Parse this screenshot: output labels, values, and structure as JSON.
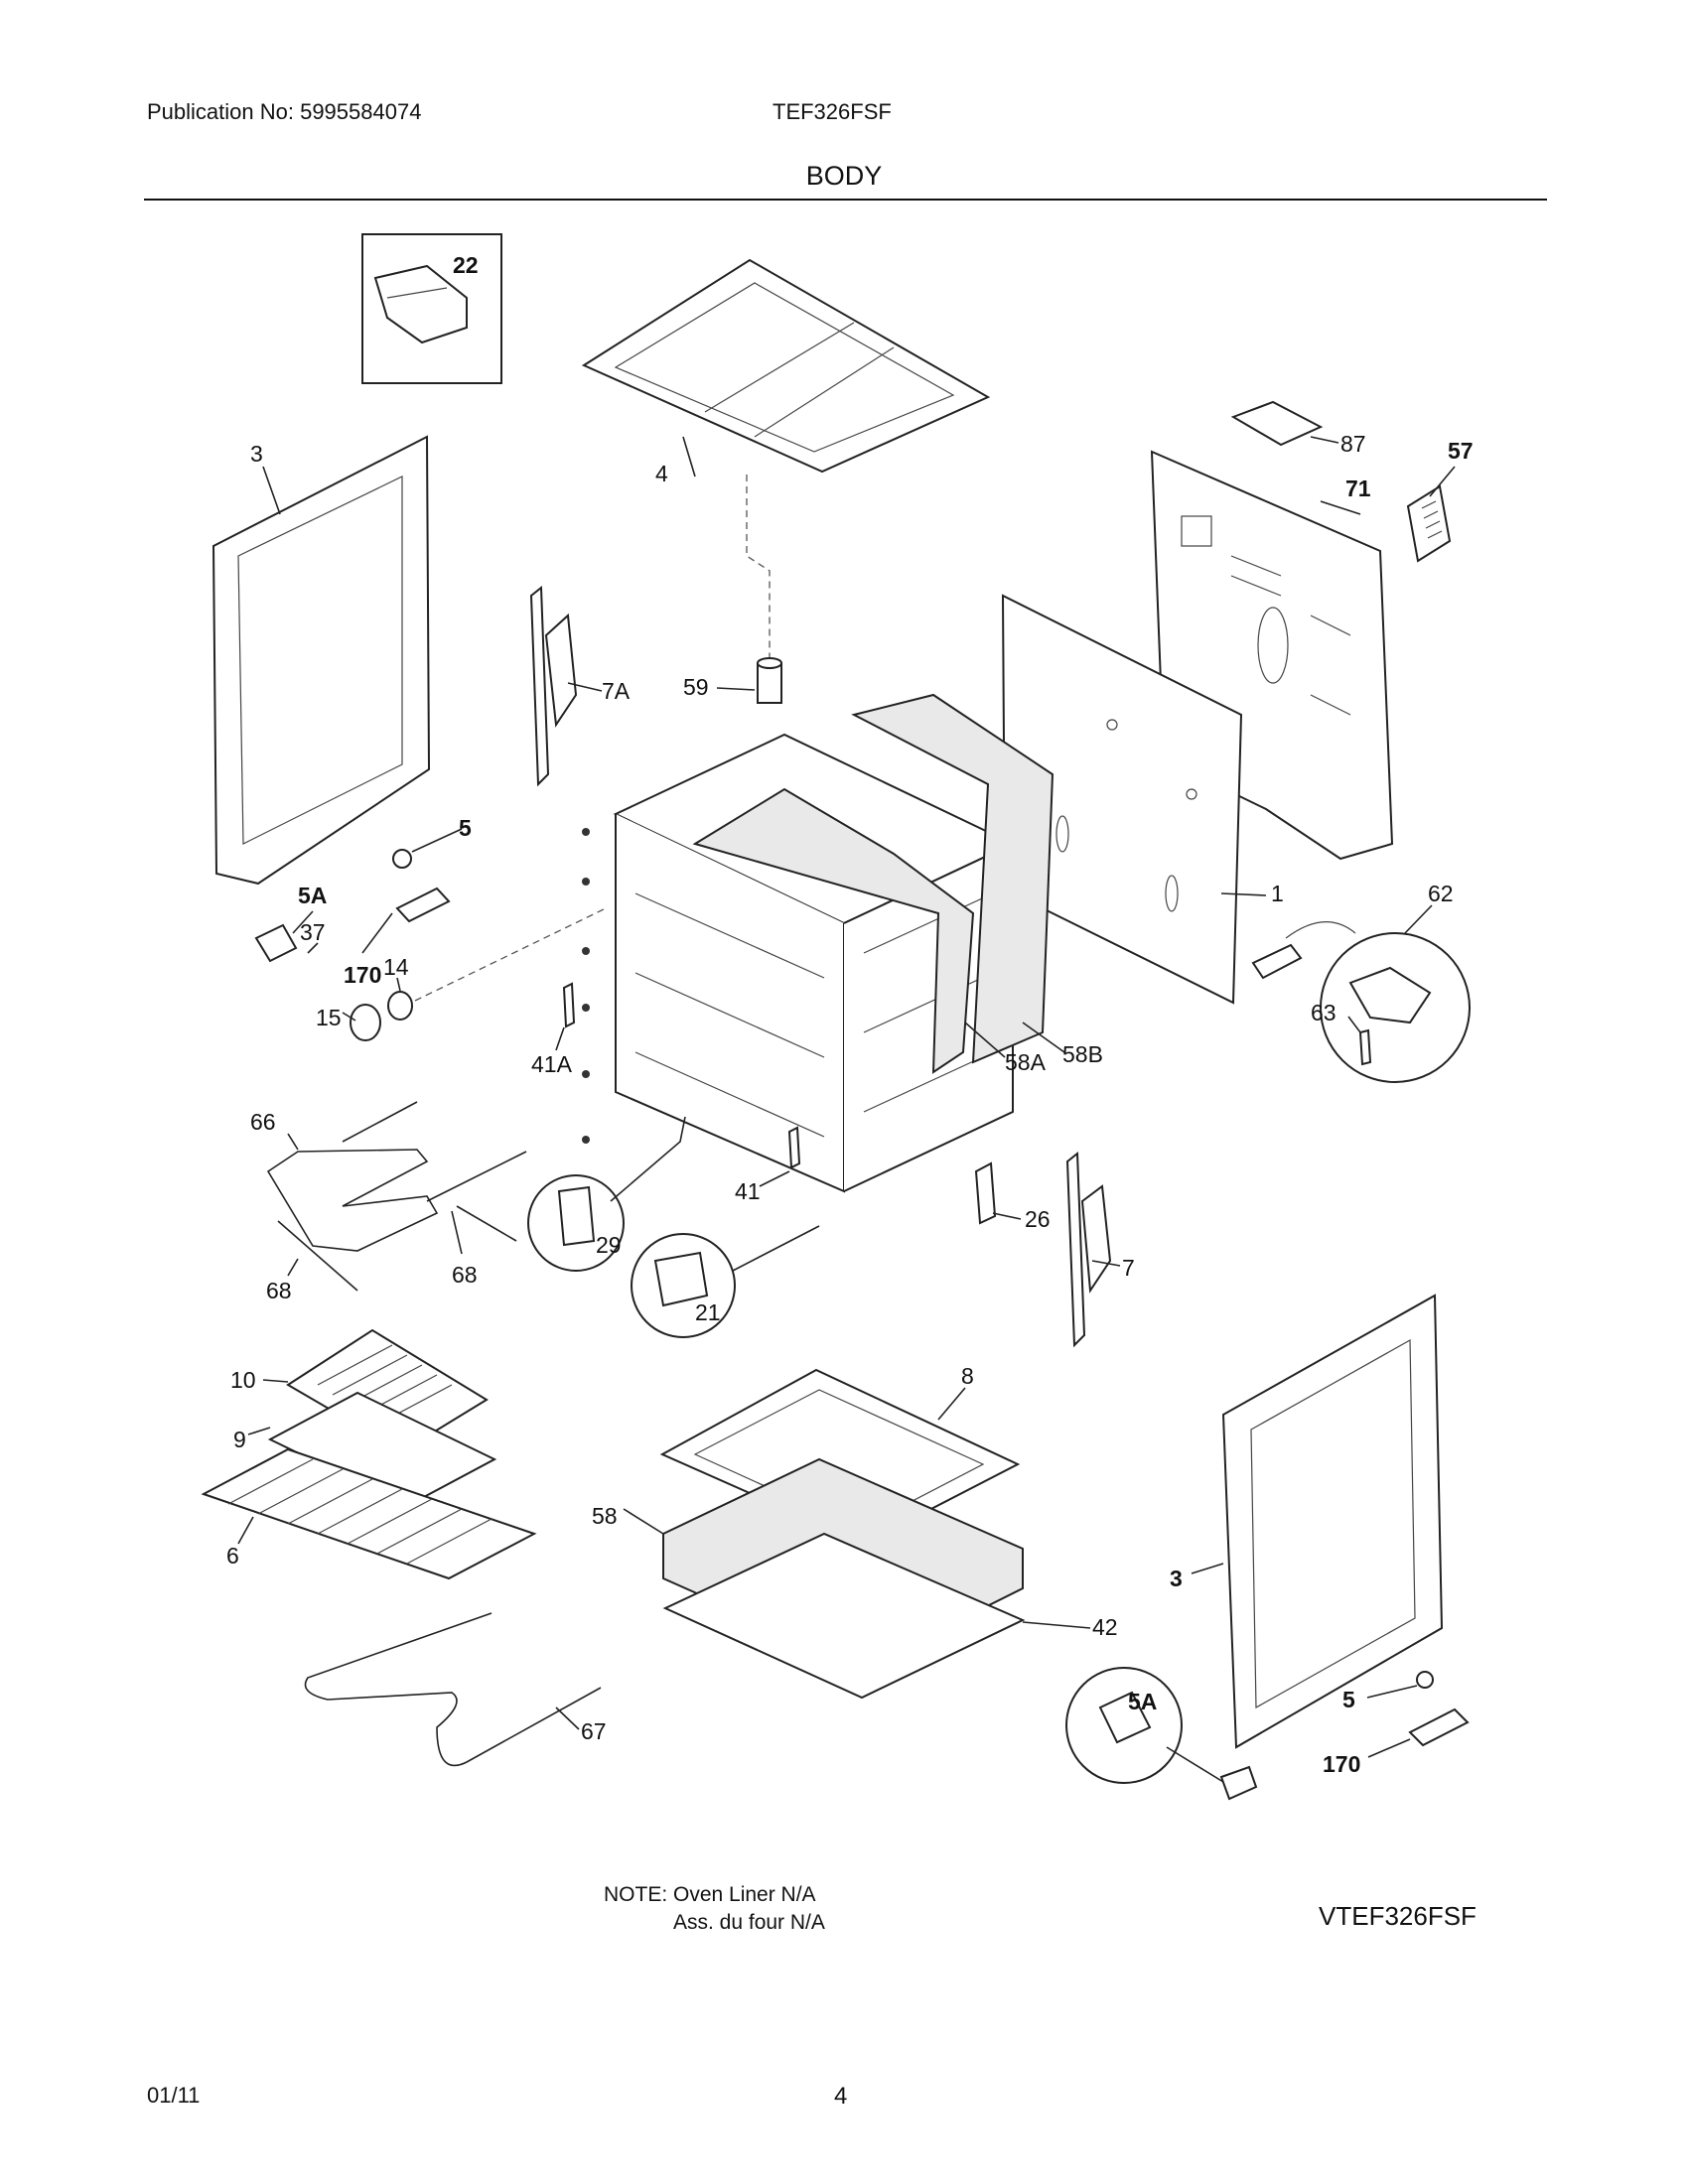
{
  "header": {
    "publication": "Publication No: 5995584074",
    "model": "TEF326FSF",
    "section": "BODY"
  },
  "callouts": {
    "c22": "22",
    "c4": "4",
    "c87": "87",
    "c57": "57",
    "c71": "71",
    "c3a": "3",
    "c7A": "7A",
    "c59": "59",
    "c5a": "5",
    "c5Aa": "5A",
    "c37": "37",
    "c170a": "170",
    "c15": "15",
    "c14": "14",
    "c1": "1",
    "c62": "62",
    "c63": "63",
    "c41A": "41A",
    "c58A": "58A",
    "c58B": "58B",
    "c66": "66",
    "c41": "41",
    "c29": "29",
    "c26": "26",
    "c7": "7",
    "c21": "21",
    "c68a": "68",
    "c68b": "68",
    "c10": "10",
    "c8": "8",
    "c9": "9",
    "c6": "6",
    "c58": "58",
    "c42": "42",
    "c3b": "3",
    "c5Ab": "5A",
    "c5b": "5",
    "c170b": "170",
    "c67": "67"
  },
  "note": {
    "line1": "NOTE: Oven Liner N/A",
    "line2": "Ass. du four N/A"
  },
  "footer": {
    "diagram_code": "VTEF326FSF",
    "date": "01/11",
    "page": "4"
  }
}
